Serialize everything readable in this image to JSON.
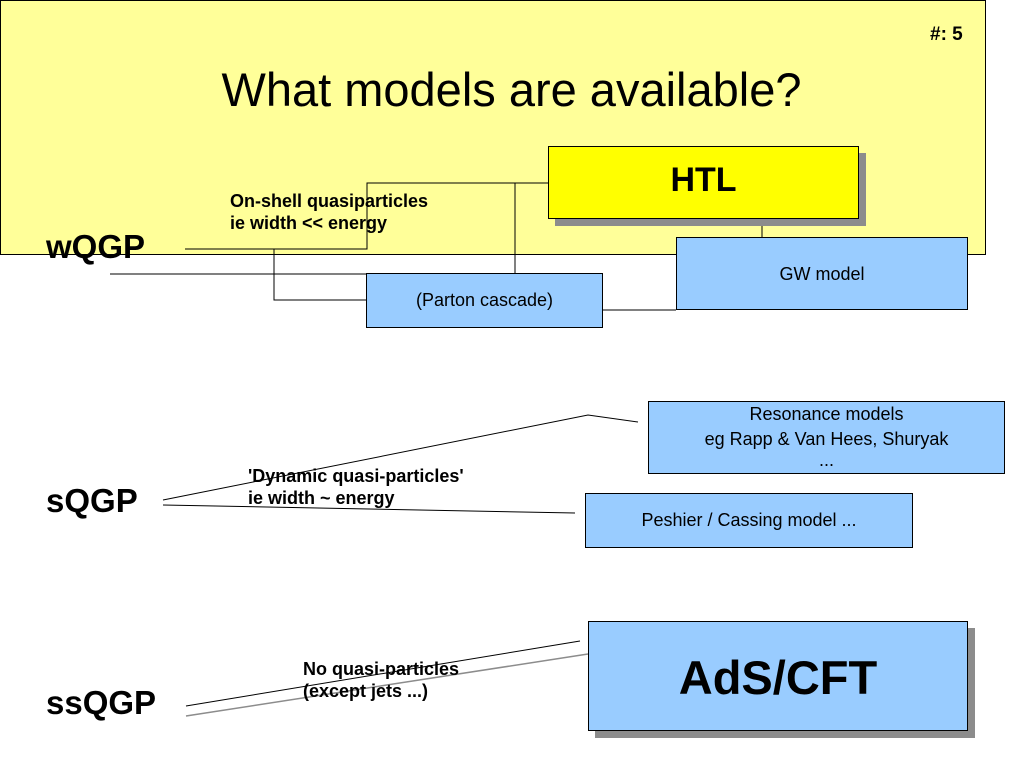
{
  "slide": {
    "number": "#: 5",
    "title": "What models are available?"
  },
  "states": {
    "wqgp": "wQGP",
    "sqgp": "sQGP",
    "ssqgp": "ssQGP"
  },
  "notes": {
    "wqgp_line1": "On-shell quasiparticles",
    "wqgp_line2": "ie width << energy",
    "sqgp_line1": "'Dynamic quasi-particles'",
    "sqgp_line2": "ie width ~ energy",
    "ssqgp_line1": "No quasi-particles",
    "ssqgp_line2": "(except jets ...)"
  },
  "models": {
    "htl": "HTL",
    "gw": "GW model",
    "parton": "(Parton cascade)",
    "resonance_line1": "Resonance models",
    "resonance_line2": "eg Rapp & Van Hees, Shuryak",
    "resonance_line3": "...",
    "peshier": "Peshier / Cassing model ...",
    "ads": "AdS/CFT"
  },
  "colors": {
    "panel": "#ffff99",
    "htl_box": "#ffff00",
    "model_box": "#99ccff",
    "shadow": "#8c8c8c"
  }
}
